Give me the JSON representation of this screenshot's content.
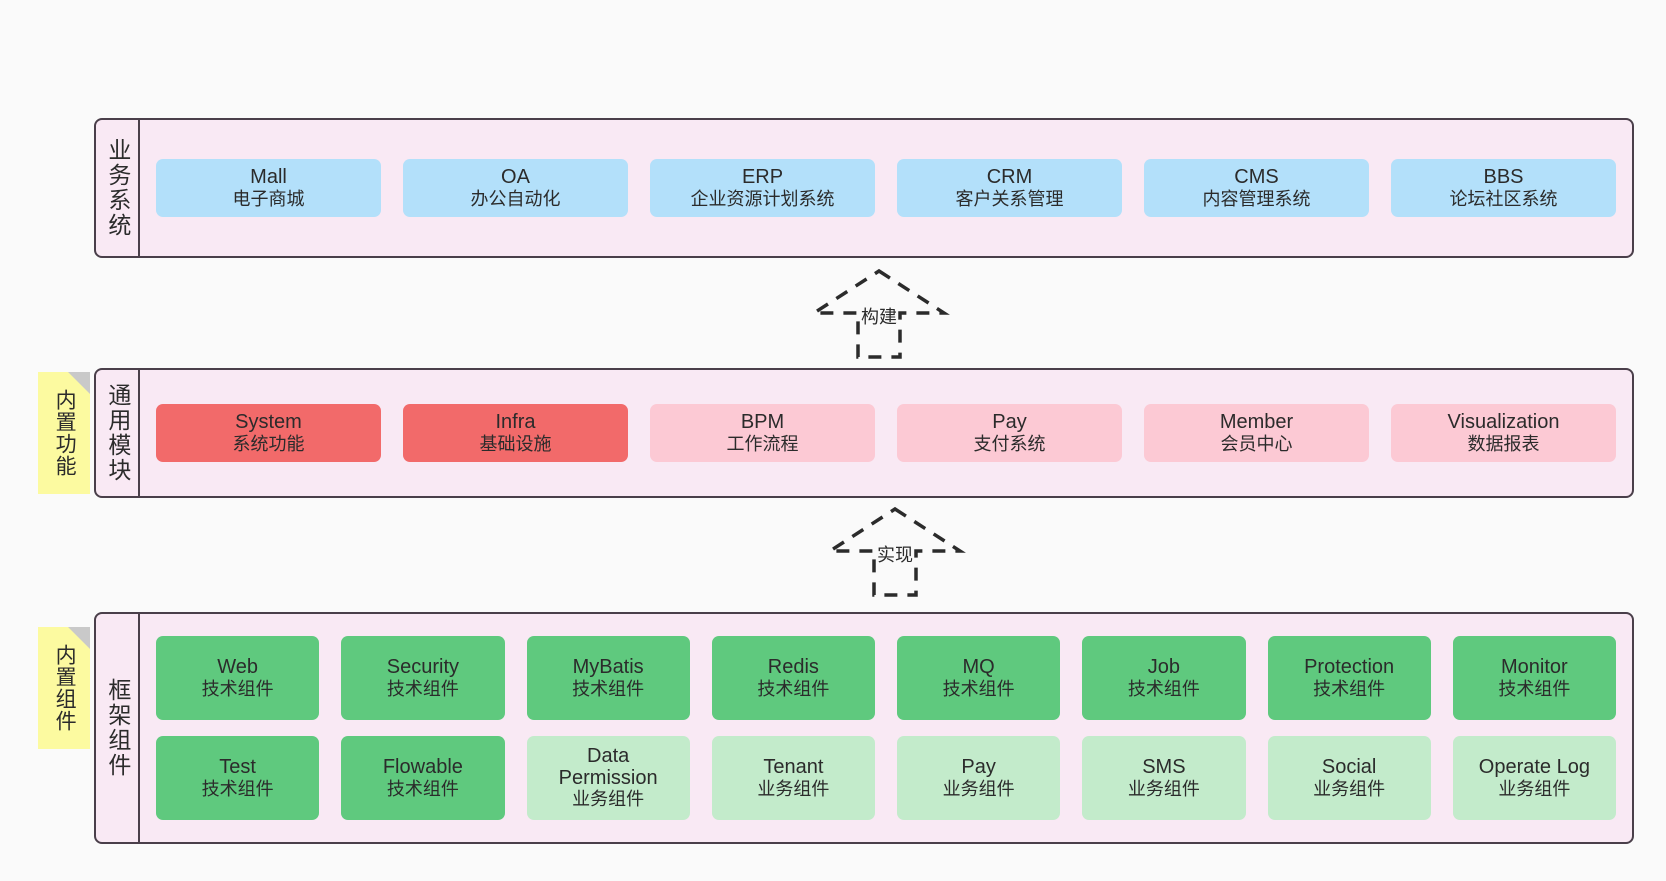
{
  "diagram": {
    "background": "#fafafa",
    "frame_border": "#4a3f4a",
    "frame_fill": "#f9e9f4"
  },
  "layers": [
    {
      "id": "business",
      "title": "业务系统",
      "rows": [
        [
          {
            "name": "Mall",
            "desc": "电子商城",
            "color": "#b3e0fa",
            "style": "c-blue"
          },
          {
            "name": "OA",
            "desc": "办公自动化",
            "color": "#b3e0fa",
            "style": "c-blue"
          },
          {
            "name": "ERP",
            "desc": "企业资源计划系统",
            "color": "#b3e0fa",
            "style": "c-blue"
          },
          {
            "name": "CRM",
            "desc": "客户关系管理",
            "color": "#b3e0fa",
            "style": "c-blue"
          },
          {
            "name": "CMS",
            "desc": "内容管理系统",
            "color": "#b3e0fa",
            "style": "c-blue"
          },
          {
            "name": "BBS",
            "desc": "论坛社区系统",
            "color": "#b3e0fa",
            "style": "c-blue"
          }
        ]
      ]
    },
    {
      "id": "common-module",
      "title": "通用模块",
      "sticky": "内置功能",
      "rows": [
        [
          {
            "name": "System",
            "desc": "系统功能",
            "color": "#f26a6a",
            "style": "c-red"
          },
          {
            "name": "Infra",
            "desc": "基础设施",
            "color": "#f26a6a",
            "style": "c-red"
          },
          {
            "name": "BPM",
            "desc": "工作流程",
            "color": "#fcc9d4",
            "style": "c-pink"
          },
          {
            "name": "Pay",
            "desc": "支付系统",
            "color": "#fcc9d4",
            "style": "c-pink"
          },
          {
            "name": "Member",
            "desc": "会员中心",
            "color": "#fcc9d4",
            "style": "c-pink"
          },
          {
            "name": "Visualization",
            "desc": "数据报表",
            "color": "#fcc9d4",
            "style": "c-pink"
          }
        ]
      ]
    },
    {
      "id": "framework-component",
      "title": "框架组件",
      "sticky": "内置组件",
      "rows": [
        [
          {
            "name": "Web",
            "desc": "技术组件",
            "color": "#5fc97e",
            "style": "c-green"
          },
          {
            "name": "Security",
            "desc": "技术组件",
            "color": "#5fc97e",
            "style": "c-green"
          },
          {
            "name": "MyBatis",
            "desc": "技术组件",
            "color": "#5fc97e",
            "style": "c-green"
          },
          {
            "name": "Redis",
            "desc": "技术组件",
            "color": "#5fc97e",
            "style": "c-green"
          },
          {
            "name": "MQ",
            "desc": "技术组件",
            "color": "#5fc97e",
            "style": "c-green"
          },
          {
            "name": "Job",
            "desc": "技术组件",
            "color": "#5fc97e",
            "style": "c-green"
          },
          {
            "name": "Protection",
            "desc": "技术组件",
            "color": "#5fc97e",
            "style": "c-green"
          },
          {
            "name": "Monitor",
            "desc": "技术组件",
            "color": "#5fc97e",
            "style": "c-green"
          }
        ],
        [
          {
            "name": "Test",
            "desc": "技术组件",
            "color": "#5fc97e",
            "style": "c-green"
          },
          {
            "name": "Flowable",
            "desc": "技术组件",
            "color": "#5fc97e",
            "style": "c-green"
          },
          {
            "name": "Data Permission",
            "desc": "业务组件",
            "color": "#c3ebcb",
            "style": "c-greenlite"
          },
          {
            "name": "Tenant",
            "desc": "业务组件",
            "color": "#c3ebcb",
            "style": "c-greenlite"
          },
          {
            "name": "Pay",
            "desc": "业务组件",
            "color": "#c3ebcb",
            "style": "c-greenlite"
          },
          {
            "name": "SMS",
            "desc": "业务组件",
            "color": "#c3ebcb",
            "style": "c-greenlite"
          },
          {
            "name": "Social",
            "desc": "业务组件",
            "color": "#c3ebcb",
            "style": "c-greenlite"
          },
          {
            "name": "Operate Log",
            "desc": "业务组件",
            "color": "#c3ebcb",
            "style": "c-greenlite"
          }
        ]
      ]
    }
  ],
  "connectors": [
    {
      "id": "build",
      "label": "构建"
    },
    {
      "id": "implement",
      "label": "实现"
    }
  ]
}
